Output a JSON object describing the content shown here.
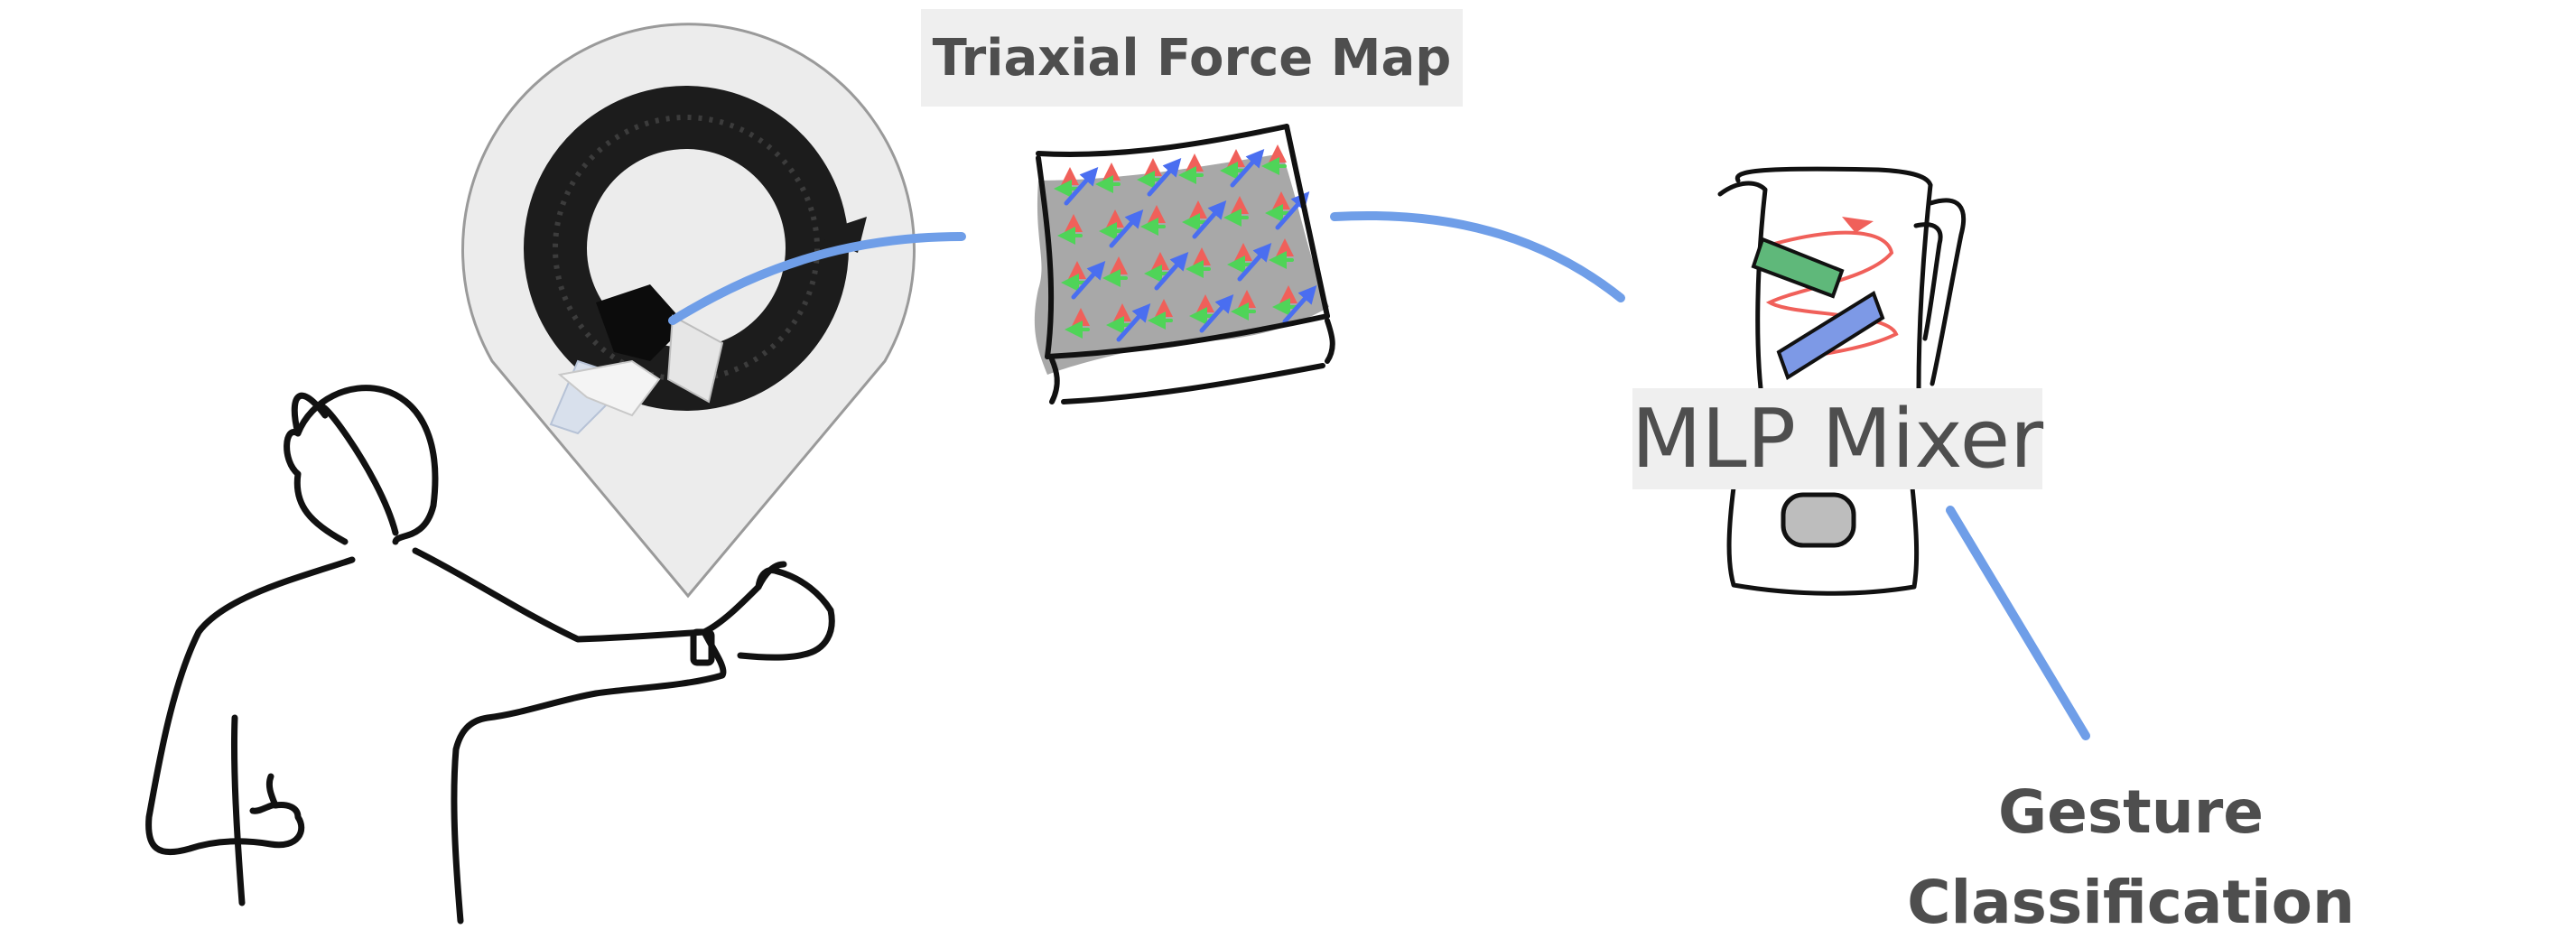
{
  "labels": {
    "force_map": "Triaxial Force Map",
    "mlp_mixer": "MLP Mixer",
    "gesture_line1": "Gesture",
    "gesture_line2": "Classification"
  },
  "colors": {
    "arrow_flow": "#6f9ee8",
    "force_x": "#f0605a",
    "force_y": "#4fd458",
    "force_z": "#4a6ef0",
    "sketch_line": "#111111",
    "map_fill": "#a8a8a8",
    "callout_fill": "#ececec",
    "label_bg": "#efefef",
    "label_text": "#4e4e4e"
  },
  "icons": [
    "person-sketch",
    "wristband-sensor",
    "force-map-sheet",
    "blender",
    "flow-arrow"
  ]
}
